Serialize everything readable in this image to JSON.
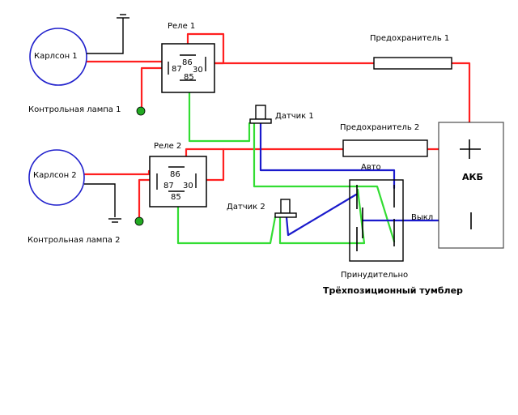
{
  "colors": {
    "positive_wire": "#ff2020",
    "signal_wire": "#33dd33",
    "switch_wire": "#1a1acc",
    "outline": "#000000",
    "fan": "#2020cc",
    "lamp": "#22aa22"
  },
  "fans": [
    {
      "label": "Карлсон 1"
    },
    {
      "label": "Карлсон 2"
    }
  ],
  "relays": [
    {
      "title": "Реле 1",
      "pin86": "86",
      "pin87": "87",
      "pin30": "30",
      "pin85": "85"
    },
    {
      "title": "Реле 2",
      "pin86": "86",
      "pin87": "87",
      "pin30": "30",
      "pin85": "85"
    }
  ],
  "lamps": [
    {
      "label": "Контрольная лампа 1"
    },
    {
      "label": "Контрольная лампа 2"
    }
  ],
  "fuses": [
    {
      "label": "Предохранитель 1"
    },
    {
      "label": "Предохранитель 2"
    }
  ],
  "sensors": [
    {
      "label": "Датчик 1"
    },
    {
      "label": "Датчик 2"
    }
  ],
  "battery": {
    "label": "АКБ"
  },
  "toggle": {
    "auto_label": "Авто",
    "off_label": "Выкл",
    "forced_label": "Принудительно",
    "title": "Трёхпозиционный тумблер"
  }
}
